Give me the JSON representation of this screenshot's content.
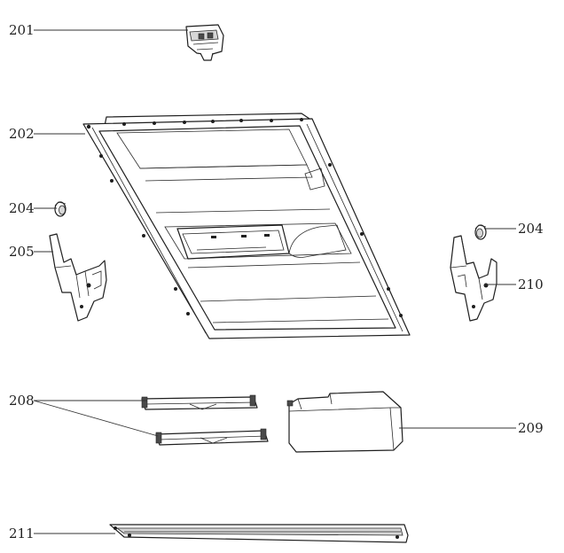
{
  "labels": {
    "p201": "201",
    "p202": "202",
    "p204_left": "204",
    "p204_right": "204",
    "p205": "205",
    "p208": "208",
    "p209": "209",
    "p210": "210",
    "p211": "211"
  }
}
